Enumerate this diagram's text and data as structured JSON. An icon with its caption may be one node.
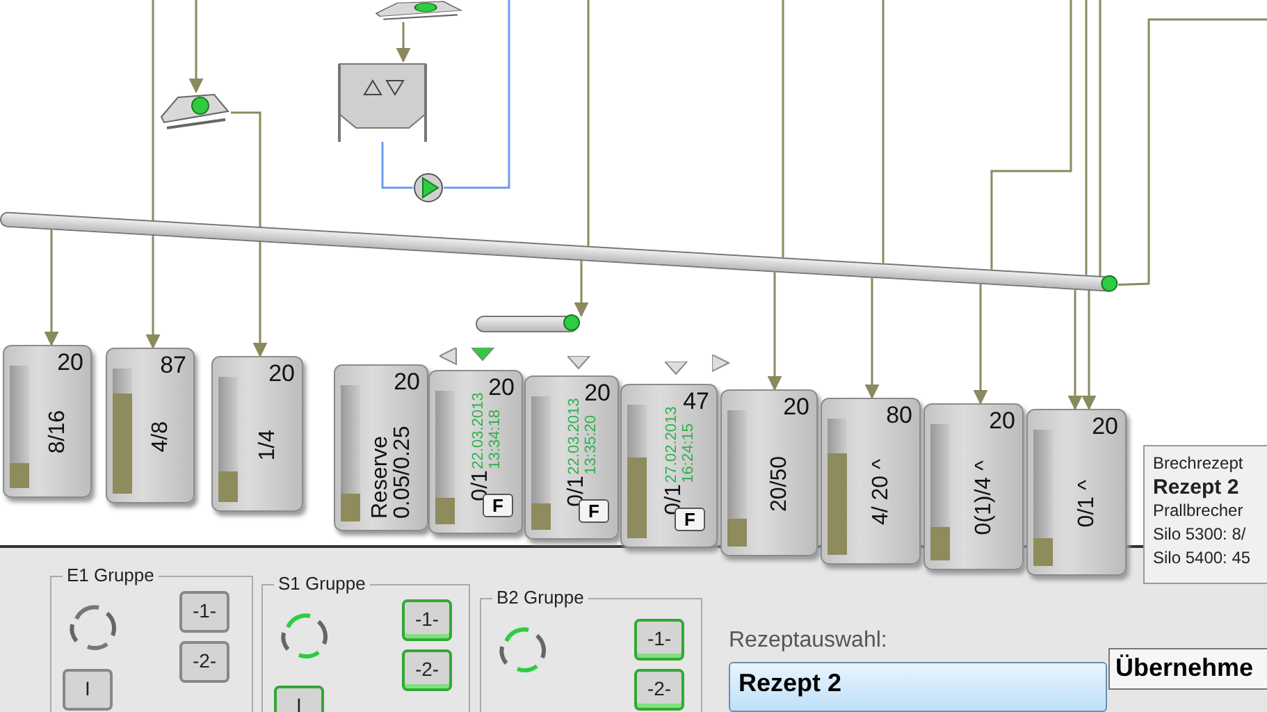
{
  "diagram": {
    "nodes": [
      {
        "text": [],
        "shape": "box"
      },
      {
        "text": [],
        "shape": "box"
      },
      {
        "text": [],
        "shape": "box"
      },
      {
        "text": [],
        "shape": "circle"
      },
      {
        "text": [],
        "shape": "bar"
      },
      {
        "text": [],
        "shape": "bar"
      },
      {
        "text": [
          "20",
          "8/16"
        ]
      },
      {
        "text": [
          "87",
          "4/8"
        ]
      },
      {
        "text": [
          "20",
          "1/4"
        ]
      },
      {
        "text": [
          "20",
          "Reserve 0.05/0.25"
        ]
      },
      {
        "text": [
          "20",
          "0/1",
          "22.03.2013 13:34:18"
        ]
      },
      {
        "text": [
          "F"
        ],
        "in": 10
      },
      {
        "text": [
          "20",
          "0/1",
          "22.03.2013 13:35:20"
        ]
      },
      {
        "text": [
          "F"
        ],
        "in": 12
      },
      {
        "text": [
          "47",
          "0/1",
          "27.02.2013 16:24:15"
        ]
      },
      {
        "text": [
          "F"
        ],
        "in": 14
      },
      {
        "text": [
          "20",
          "20/50"
        ]
      },
      {
        "text": [
          "80",
          "4/ 20 ^"
        ]
      },
      {
        "text": [
          "20",
          "0(1)/4 ^"
        ]
      },
      {
        "text": [
          "20",
          "0/1 ^"
        ]
      },
      {
        "text": [
          "Brechrezept",
          "Rezept 2",
          "Prallbrecher",
          "Silo 5300: 8/",
          "Silo 5400: 45"
        ]
      },
      {
        "text": [
          "E1 Gruppe"
        ]
      },
      {
        "text": [
          "-1-"
        ],
        "in": 21
      },
      {
        "text": [
          "-2-"
        ],
        "in": 21
      },
      {
        "text": [
          "I"
        ],
        "in": 21
      },
      {
        "text": [
          "S1 Gruppe"
        ]
      },
      {
        "text": [
          "-1-"
        ],
        "in": 25
      },
      {
        "text": [
          "-2-"
        ],
        "in": 25
      },
      {
        "text": [
          "I"
        ],
        "in": 25
      },
      {
        "text": [
          "B2 Gruppe"
        ]
      },
      {
        "text": [
          "-1-"
        ],
        "in": 29
      },
      {
        "text": [
          "-2-"
        ],
        "in": 29
      },
      {
        "text": [
          "Rezept 2"
        ]
      },
      {
        "text": [
          "Übernehme"
        ]
      }
    ],
    "edges": [
      {
        "from": 0,
        "to": 1,
        "arrow": "to"
      },
      {
        "from": 1,
        "to": 3,
        "arrow": "none",
        "color": "#6a9cf0"
      },
      {
        "from": 3,
        "to": null,
        "arrow": "none",
        "color": "#6a9cf0"
      },
      {
        "from": null,
        "to": 2,
        "arrow": "to"
      },
      {
        "from": 2,
        "to": 4,
        "arrow": "none"
      },
      {
        "from": null,
        "to": 4,
        "arrow": "none"
      },
      {
        "from": null,
        "to": 4,
        "arrow": "none"
      },
      {
        "from": null,
        "to": 4,
        "arrow": "none"
      },
      {
        "from": null,
        "to": 4,
        "arrow": "none"
      },
      {
        "from": null,
        "to": 4,
        "arrow": "none"
      },
      {
        "from": null,
        "to": 4,
        "arrow": "none"
      },
      {
        "from": null,
        "to": 4,
        "arrow": "none"
      },
      {
        "from": null,
        "to": 4,
        "arrow": "none"
      },
      {
        "from": 4,
        "to": 6,
        "arrow": "to"
      },
      {
        "from": 4,
        "to": 7,
        "arrow": "to"
      },
      {
        "from": 4,
        "to": 8,
        "arrow": "to"
      },
      {
        "from": 4,
        "to": 5,
        "arrow": "to"
      },
      {
        "from": 4,
        "to": 16,
        "arrow": "to"
      },
      {
        "from": 4,
        "to": 17,
        "arrow": "to"
      },
      {
        "from": 4,
        "to": 18,
        "arrow": "to"
      },
      {
        "from": 4,
        "to": 19,
        "arrow": "to"
      },
      {
        "from": 4,
        "to": 19,
        "arrow": "to"
      }
    ],
    "labels": [
      "Rezeptauswahl:"
    ]
  }
}
